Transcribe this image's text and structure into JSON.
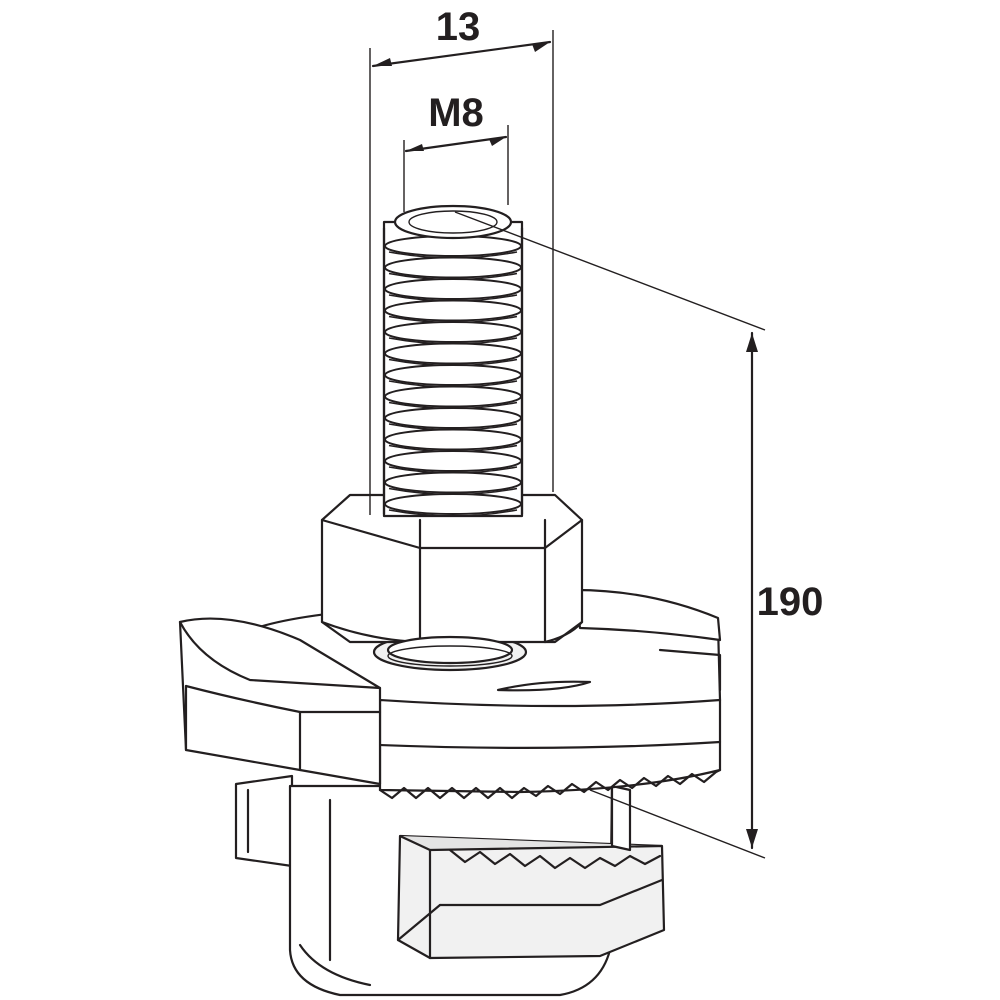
{
  "diagram": {
    "dimensions": {
      "head_width": "13",
      "thread_size": "M8",
      "overall_height": "190"
    }
  }
}
